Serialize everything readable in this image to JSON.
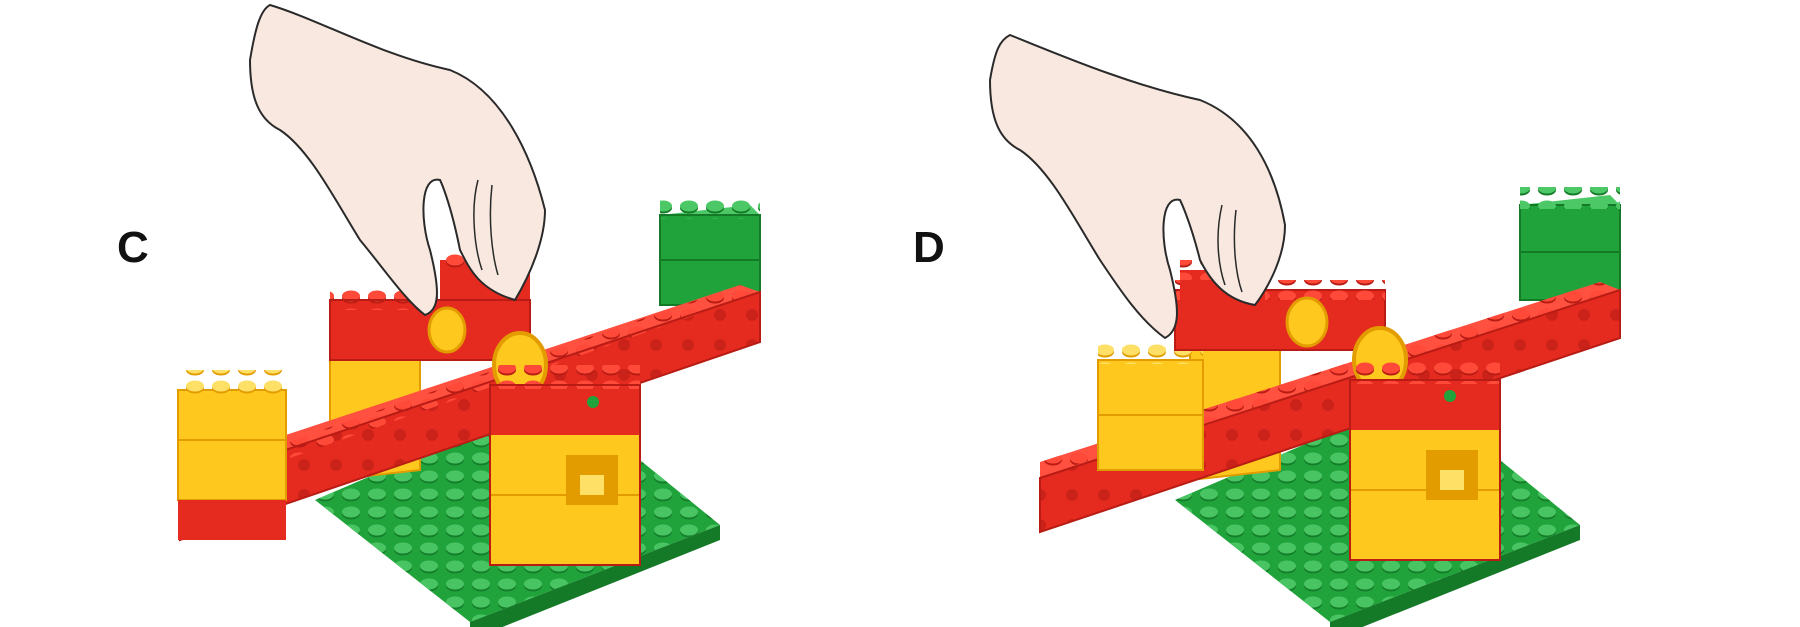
{
  "panels": [
    {
      "id": "C",
      "label": "C",
      "state": "lever-left-down"
    },
    {
      "id": "D",
      "label": "D",
      "state": "lever-level"
    }
  ],
  "colors": {
    "red": "#e52b20",
    "red_dark": "#b81c14",
    "red_light": "#ff5040",
    "yellow": "#ffc81e",
    "yellow_dark": "#e39c00",
    "yellow_light": "#ffe066",
    "green": "#21a33b",
    "green_dark": "#147a28",
    "green_light": "#4cc866",
    "hand": "#f8e8df",
    "hand_outline": "#2a2a2a"
  }
}
